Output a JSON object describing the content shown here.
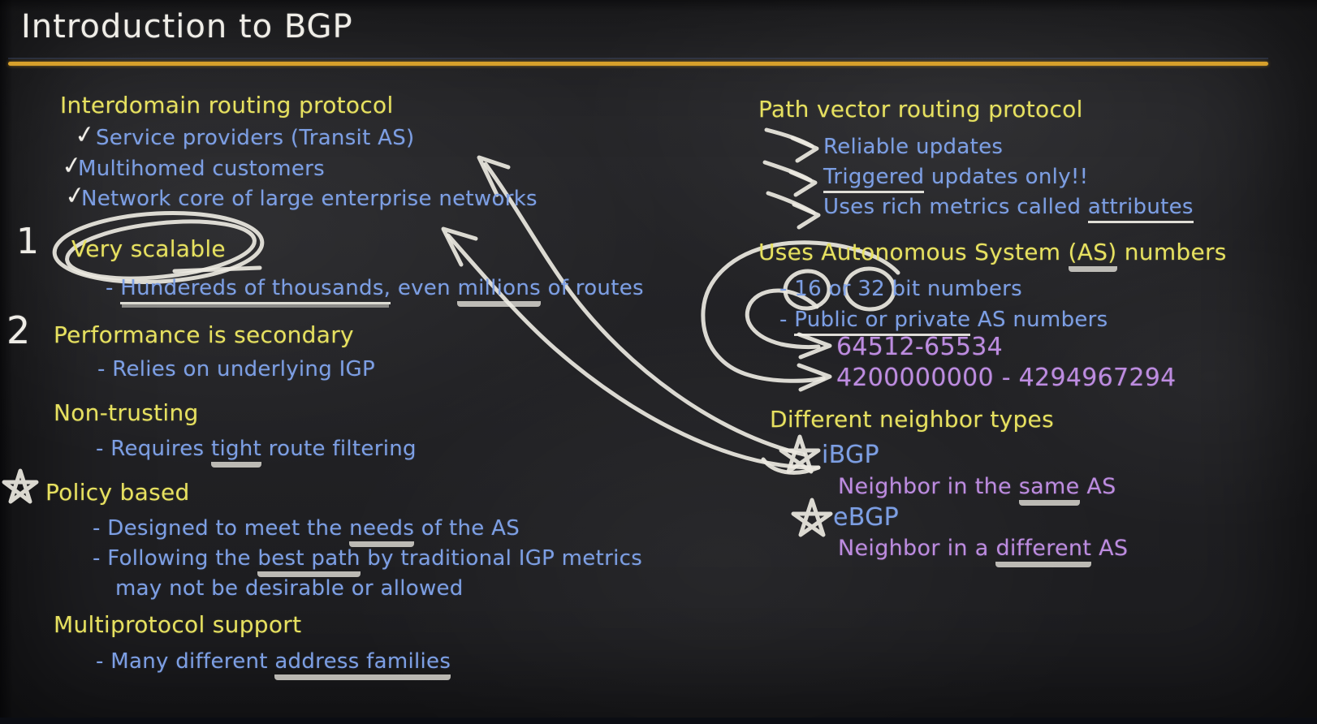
{
  "title": "Introduction to BGP",
  "colors": {
    "chalk": "#eeece6",
    "yellow": "#e7e160",
    "blue": "#7d9fe4",
    "purple": "#bd8ce0",
    "rule_gold": "#d7a02b",
    "board": "#222224"
  },
  "icons": {
    "check": "✓"
  },
  "left": {
    "interdomain": {
      "heading": "Interdomain routing protocol",
      "items": [
        "Service providers (Transit AS)",
        "Multihomed customers",
        "Network core of large enterprise networks"
      ]
    },
    "scalable": {
      "number": "1",
      "heading": "Very scalable",
      "detail": {
        "pre": "- ",
        "u1": "Hundereds of thousands,",
        "mid": " even ",
        "u2": "millions",
        "post": " of routes"
      }
    },
    "performance": {
      "number": "2",
      "heading": "Performance is secondary",
      "detail": "- Relies on underlying IGP"
    },
    "nontrusting": {
      "heading": "Non-trusting",
      "detail": {
        "pre": "- Requires ",
        "u": "tight",
        "post": " route filtering"
      }
    },
    "policy": {
      "heading": "Policy based",
      "line1": {
        "pre": "- Designed to meet the ",
        "u": "needs",
        "post": " of the AS"
      },
      "line2": {
        "pre": "- Following the ",
        "u": "best path",
        "post": " by traditional IGP metrics"
      },
      "line3": "may not be desirable or allowed"
    },
    "multiprotocol": {
      "heading": "Multiprotocol support",
      "detail": {
        "pre": "- Many different ",
        "u": "address families"
      }
    }
  },
  "right": {
    "pathvector": {
      "heading": "Path vector routing protocol",
      "item1": "Reliable updates",
      "item2": {
        "u": "Triggered",
        "post": " updates only!!"
      },
      "item3": {
        "pre": "Uses rich metrics called ",
        "u": "attributes"
      }
    },
    "asnumbers": {
      "heading": {
        "pre": "Uses Autonomous System ",
        "u": "(AS)",
        "post": " numbers"
      },
      "bits": "- 16 or 32 bit numbers",
      "pubpriv": {
        "pre": "- ",
        "u": "Public or private",
        "post": " AS numbers"
      },
      "range16": "64512-65534",
      "range32": "4200000000 - 4294967294"
    },
    "neighbors": {
      "heading": "Different neighbor types",
      "ibgp": {
        "label": "iBGP",
        "desc": {
          "pre": "Neighbor in the ",
          "u": "same",
          "post": " AS"
        }
      },
      "ebgp": {
        "label": "eBGP",
        "desc": {
          "pre": "Neighbor in a ",
          "u": "different",
          "post": " AS"
        }
      }
    }
  }
}
